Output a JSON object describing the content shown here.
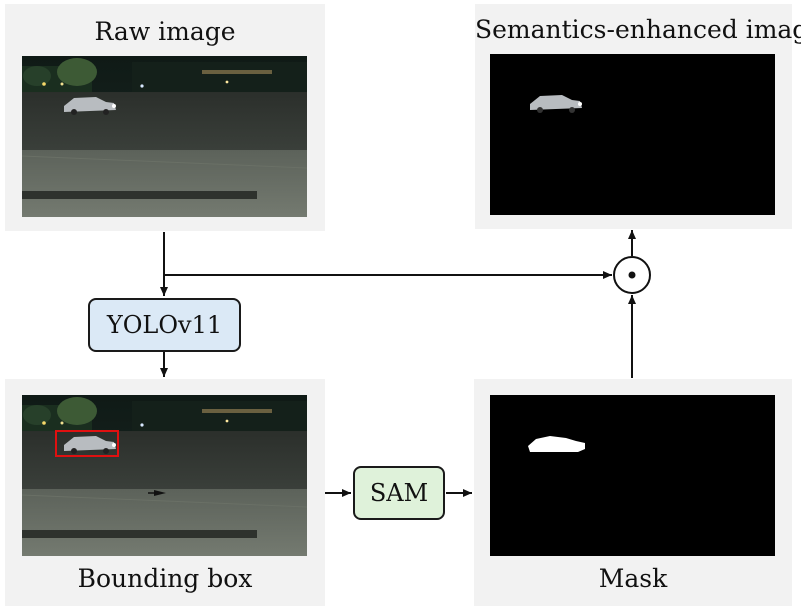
{
  "panels": {
    "raw": {
      "caption": "Raw image"
    },
    "bbox": {
      "caption": "Bounding box"
    },
    "mask": {
      "caption": "Mask"
    },
    "enhanced": {
      "caption": "Semantics-enhanced image"
    }
  },
  "models": {
    "yolo": {
      "label": "YOLOv11",
      "fill": "#dbe9f6"
    },
    "sam": {
      "label": "SAM",
      "fill": "#dff2da"
    }
  },
  "operator": {
    "name": "elementwise-product-operator",
    "symbol": "dot-in-circle"
  },
  "colors": {
    "panel_bg": "#f2f2f2",
    "bbox_stroke": "#e01010",
    "mask_fg": "#ffffff",
    "mask_bg": "#000000"
  }
}
